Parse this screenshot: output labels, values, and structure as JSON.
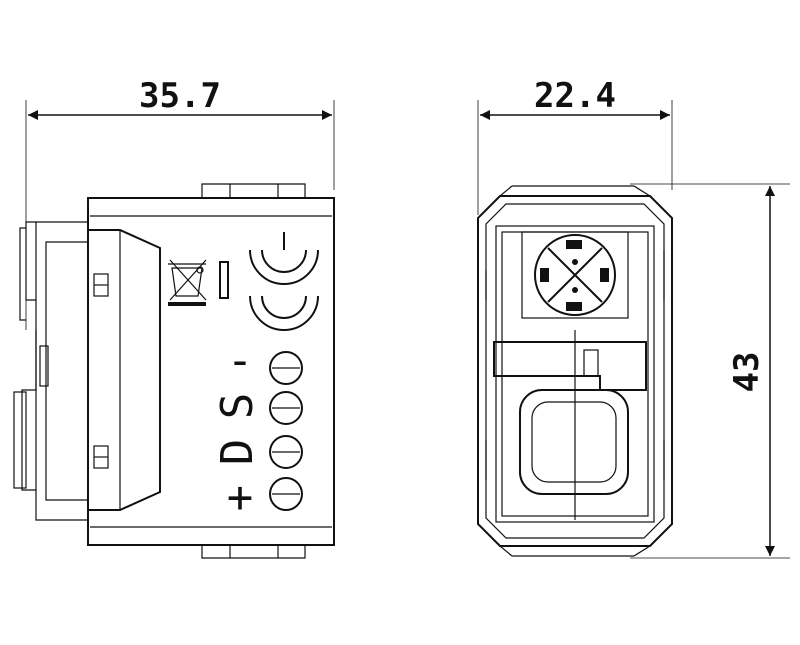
{
  "dimensions": {
    "width_front": "35.7",
    "width_side": "22.4",
    "height_side": "43"
  },
  "marks": {
    "terminal_minus": "-",
    "terminal_s": "S",
    "terminal_d": "D",
    "terminal_plus": "+"
  }
}
